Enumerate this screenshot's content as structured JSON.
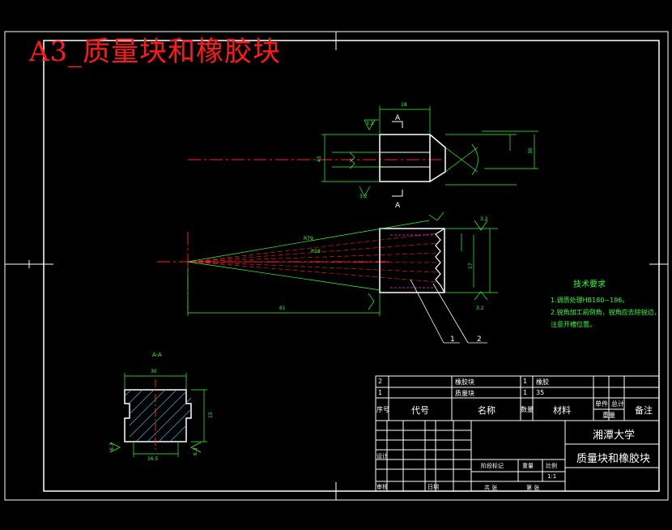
{
  "sheet_title": "A3_质量块和橡胶块",
  "tech_requirements": {
    "title": "技术要求",
    "items": [
      "1.调质处理HB180~196。",
      "2.锐角加工前倒角，锐角应去除锐边，",
      "注意开槽位置。"
    ]
  },
  "callouts": [
    "1",
    "2"
  ],
  "section_markers": [
    "A",
    "A"
  ],
  "section_title": "A-A",
  "dimensions": {
    "top_width": "18",
    "left_height": "45",
    "right_height": "30",
    "roughness_top": "3.2",
    "roughness_bottom": "6.3",
    "radius_long": "R79",
    "radius_short": "R58",
    "span_length": "61",
    "block_height": "17",
    "section_width": "30",
    "section_height": "15",
    "section_bottom": "16.5"
  },
  "title_block": {
    "parts": [
      {
        "no": "2",
        "name": "橡胶块",
        "qty": "1",
        "material": "橡胶"
      },
      {
        "no": "1",
        "name": "质量块",
        "qty": "1",
        "material": "35"
      }
    ],
    "headers": {
      "no": "序号",
      "code": "代号",
      "name": "名称",
      "qty": "数量",
      "material": "材料",
      "single": "单件",
      "total": "总计",
      "weight": "重量",
      "remark": "备注"
    },
    "school": "湘潭大学",
    "drawing_name": "质量块和橡胶块",
    "design_label": "设计",
    "check_label": "审核",
    "date_label": "日期",
    "scale_label": "比例",
    "stage_label": "阶段标记",
    "weight_label": "重量",
    "scale_value": "1:1",
    "sheet_label": "共 张",
    "page_label": "第 张"
  }
}
